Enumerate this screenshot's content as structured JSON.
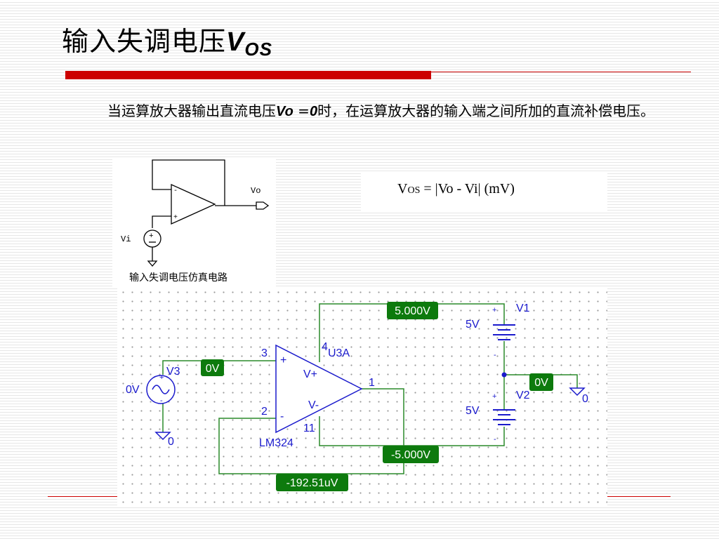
{
  "slide": {
    "title": "输入失调电压",
    "title_symbol": "V",
    "title_sub": "OS",
    "para_pre": "当运算放大器输出直流电压",
    "para_var": "Vo",
    "para_eq": " =",
    "para_zero": "0",
    "para_post": "时，在运算放大器的输入端之间所加的直流补偿电压。"
  },
  "test_circuit": {
    "vo_label": "Vo",
    "vi_label": "Vi",
    "plus": "+",
    "minus": "-",
    "caption": "输入失调电压仿真电路"
  },
  "formula": {
    "prefix": "V",
    "sub": "OS",
    "rest": " = |Vo - Vi|  (mV)"
  },
  "schematic": {
    "v3_name": "V3",
    "v3_value": "0V",
    "probe_input": "0V",
    "opamp_ref": "U3A",
    "opamp_part": "LM324",
    "pin3": "3",
    "pin2": "2",
    "pin4": "4",
    "pin11": "11",
    "pin1": "1",
    "vplus": "V+",
    "vminus": "V-",
    "in_plus": "+",
    "in_minus": "-",
    "probe_vpos": "5.000V",
    "probe_vneg": "-5.000V",
    "probe_mid": "0V",
    "probe_feedback": "-192.51uV",
    "v1_name": "V1",
    "v1_value": "5V",
    "v2_name": "V2",
    "v2_value": "5V",
    "batt_plus": "+",
    "batt_minus": "-",
    "gnd_label": "0",
    "colors": {
      "wire": "#2a8a2a",
      "probe_bg": "#0d7a0d",
      "component": "#1a1acc",
      "pin_text": "#00007a"
    }
  }
}
